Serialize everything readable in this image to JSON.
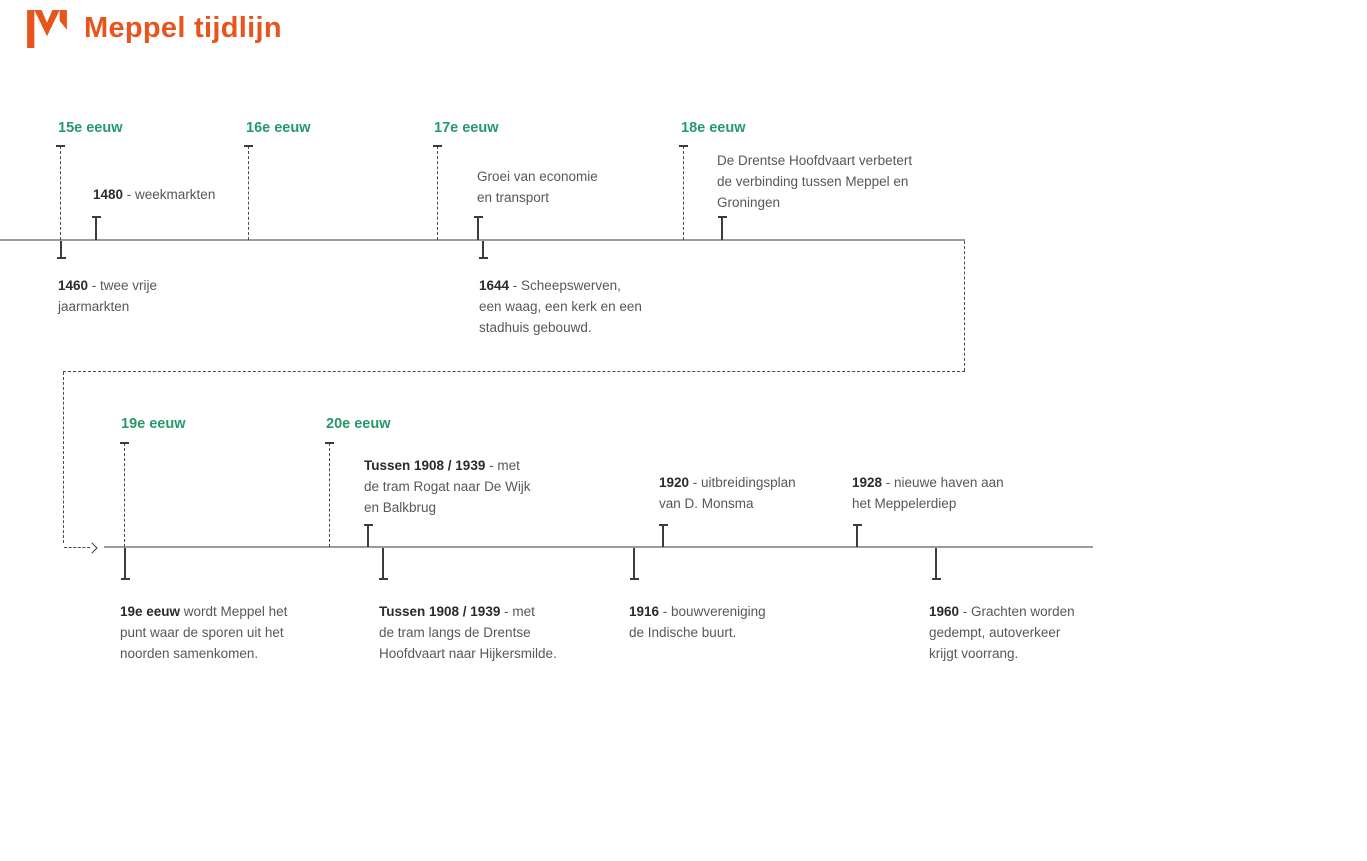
{
  "header": {
    "title": "Meppel tijdlijn",
    "logo": "meppel-m-icon"
  },
  "colors": {
    "accent_orange": "#E8551C",
    "accent_green": "#26996B",
    "line_gray": "#9B9B9B",
    "tick_dark": "#3B3B3B",
    "dash_gray": "#4B4B4B",
    "text_dark": "#2B2B2B",
    "text_gray": "#54585B"
  },
  "timeline_top": {
    "centuries": [
      {
        "label": "15e eeuw"
      },
      {
        "label": "16e eeuw"
      },
      {
        "label": "17e eeuw"
      },
      {
        "label": "18e eeuw"
      }
    ],
    "events": [
      {
        "year": "1480",
        "text": " - weekmarkten",
        "side": "above"
      },
      {
        "year": "",
        "text": "Groei van economie\nen transport",
        "side": "above"
      },
      {
        "year": "",
        "text": "De Drentse Hoofdvaart verbetert\nde verbinding tussen Meppel en\nGroningen",
        "side": "above"
      },
      {
        "year": "1460",
        "text": " - twee vrije\njaarmarkten",
        "side": "below"
      },
      {
        "year": "1644",
        "text": " - Scheepswerven,\neen waag, een kerk en een\nstadhuis gebouwd.",
        "side": "below"
      }
    ]
  },
  "timeline_bottom": {
    "centuries": [
      {
        "label": "19e eeuw"
      },
      {
        "label": "20e eeuw"
      }
    ],
    "events": [
      {
        "year": "Tussen 1908 / 1939",
        "text": " - met\nde tram Rogat naar De Wijk\nen Balkbrug",
        "side": "above"
      },
      {
        "year": "1920",
        "text": " - uitbreidingsplan\nvan D. Monsma",
        "side": "above"
      },
      {
        "year": "1928",
        "text": " - nieuwe haven aan\nhet Meppelerdiep",
        "side": "above"
      },
      {
        "year": "19e eeuw",
        "text": " wordt Meppel het\npunt waar de sporen uit het\nnoorden samenkomen.",
        "side": "below"
      },
      {
        "year": "Tussen 1908 / 1939",
        "text": " - met\nde tram langs de Drentse\nHoofdvaart naar Hijkersmilde.",
        "side": "below"
      },
      {
        "year": "1916",
        "text": " - bouwvereniging\nde Indische buurt.",
        "side": "below"
      },
      {
        "year": "1960",
        "text": " - Grachten worden\ngedempt, autoverkeer\nkrijgt voorrang.",
        "side": "below"
      }
    ]
  }
}
